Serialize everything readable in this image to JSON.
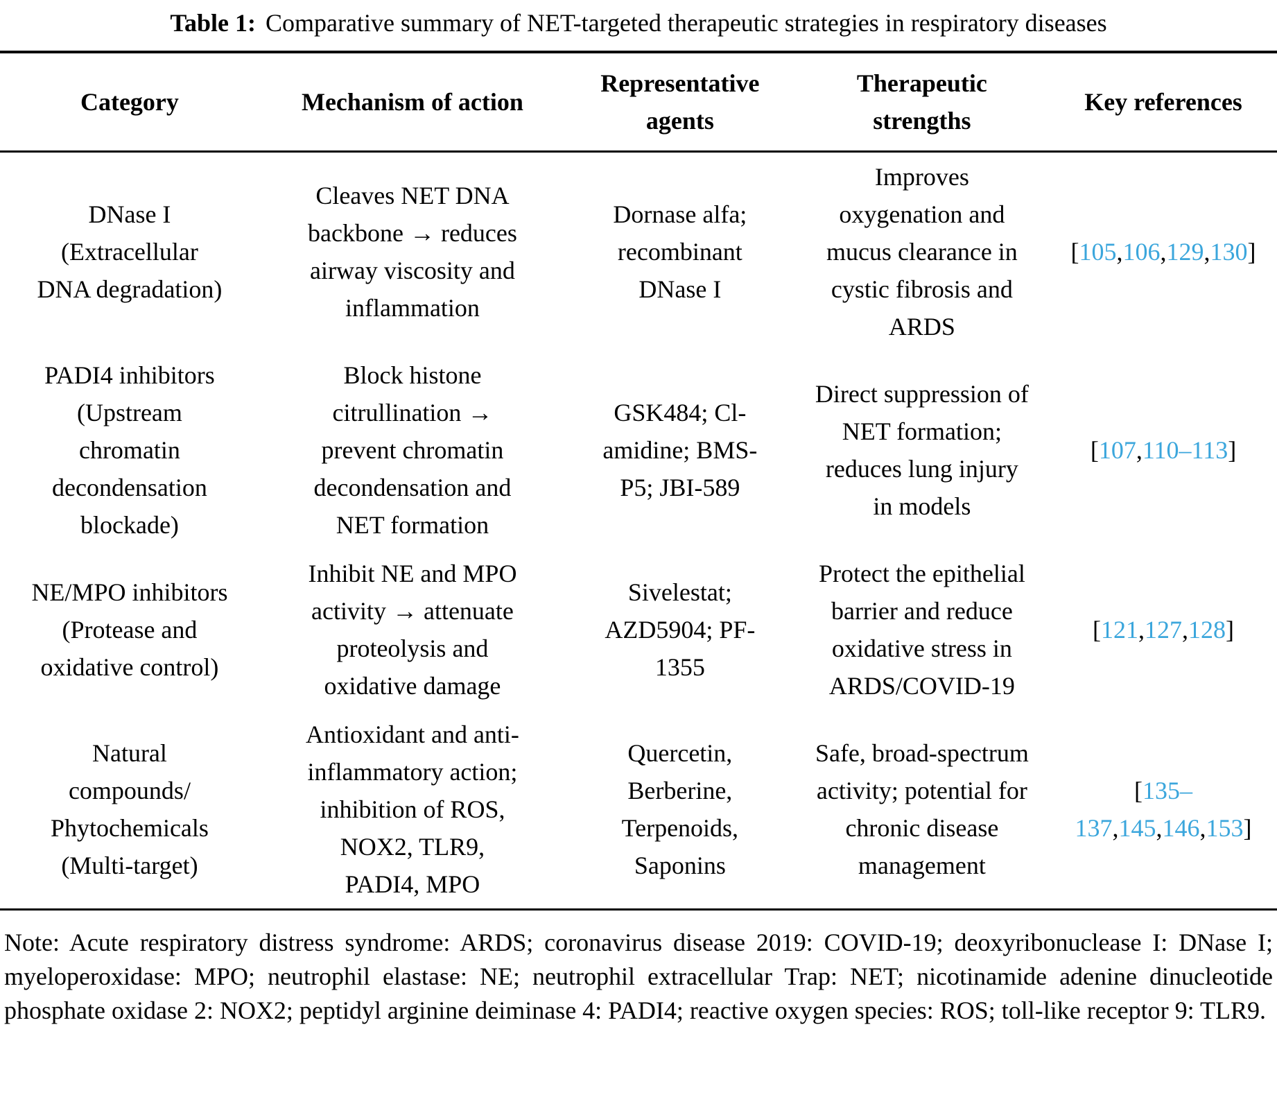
{
  "caption": {
    "label": "Table 1:",
    "text": "Comparative summary of NET-targeted therapeutic strategies in respiratory diseases"
  },
  "colors": {
    "citation_link": "#3BA6DC",
    "text": "#000000",
    "background": "#ffffff"
  },
  "table": {
    "headers": [
      "Category",
      "Mechanism of action",
      "Representative agents",
      "Therapeutic strengths",
      "Key references"
    ],
    "rows": [
      {
        "category": "DNase I (Extracellular DNA degradation)",
        "mechanism": "Cleaves NET DNA backbone → reduces airway viscosity and inflammation",
        "agents": "Dornase alfa; recombinant DNase I",
        "strengths": "Improves oxygenation and mucus clearance in cystic fibrosis and ARDS",
        "references": [
          {
            "text": "[",
            "link": false
          },
          {
            "text": "105",
            "link": true
          },
          {
            "text": ",",
            "link": false
          },
          {
            "text": "106",
            "link": true
          },
          {
            "text": ",",
            "link": false
          },
          {
            "text": "129",
            "link": true
          },
          {
            "text": ",",
            "link": false
          },
          {
            "text": "130",
            "link": true
          },
          {
            "text": "]",
            "link": false
          }
        ]
      },
      {
        "category": "PADI4 inhibitors (Upstream chromatin decondensation blockade)",
        "mechanism": "Block histone citrullination → prevent chromatin decondensation and NET formation",
        "agents": "GSK484; Cl-amidine; BMS-P5; JBI-589",
        "strengths": "Direct suppression of NET formation; reduces lung injury in models",
        "references": [
          {
            "text": "[",
            "link": false
          },
          {
            "text": "107",
            "link": true
          },
          {
            "text": ",",
            "link": false
          },
          {
            "text": "110–113",
            "link": true
          },
          {
            "text": "]",
            "link": false
          }
        ]
      },
      {
        "category": "NE/MPO inhibitors (Protease and oxidative control)",
        "mechanism": "Inhibit NE and MPO activity → attenuate proteolysis and oxidative damage",
        "agents": "Sivelestat; AZD5904; PF-1355",
        "strengths": "Protect the epithelial barrier and reduce oxidative stress in ARDS/COVID-19",
        "references": [
          {
            "text": "[",
            "link": false
          },
          {
            "text": "121",
            "link": true
          },
          {
            "text": ",",
            "link": false
          },
          {
            "text": "127",
            "link": true
          },
          {
            "text": ",",
            "link": false
          },
          {
            "text": "128",
            "link": true
          },
          {
            "text": "]",
            "link": false
          }
        ]
      },
      {
        "category": "Natural compounds/ Phytochemicals (Multi-target)",
        "mechanism": "Antioxidant and anti-inflammatory action; inhibition of ROS, NOX2, TLR9, PADI4, MPO",
        "agents": "Quercetin, Berberine, Terpenoids, Saponins",
        "strengths": "Safe, broad-spectrum activity; potential for chronic disease management",
        "references": [
          {
            "text": "[",
            "link": false
          },
          {
            "text": "135–137",
            "link": true
          },
          {
            "text": ",",
            "link": false
          },
          {
            "text": "145",
            "link": true
          },
          {
            "text": ",",
            "link": false
          },
          {
            "text": "146",
            "link": true
          },
          {
            "text": ",",
            "link": false
          },
          {
            "text": "153",
            "link": true
          },
          {
            "text": "]",
            "link": false
          }
        ]
      }
    ]
  },
  "note": "Note: Acute respiratory distress syndrome: ARDS; coronavirus disease 2019: COVID-19; deoxyribonuclease I: DNase I; myeloperoxidase: MPO; neutrophil elastase: NE; neutrophil extracellular Trap: NET; nicotinamide adenine dinucleotide phosphate oxidase 2: NOX2; peptidyl arginine deiminase 4: PADI4; reactive oxygen species: ROS; toll-like receptor 9: TLR9."
}
